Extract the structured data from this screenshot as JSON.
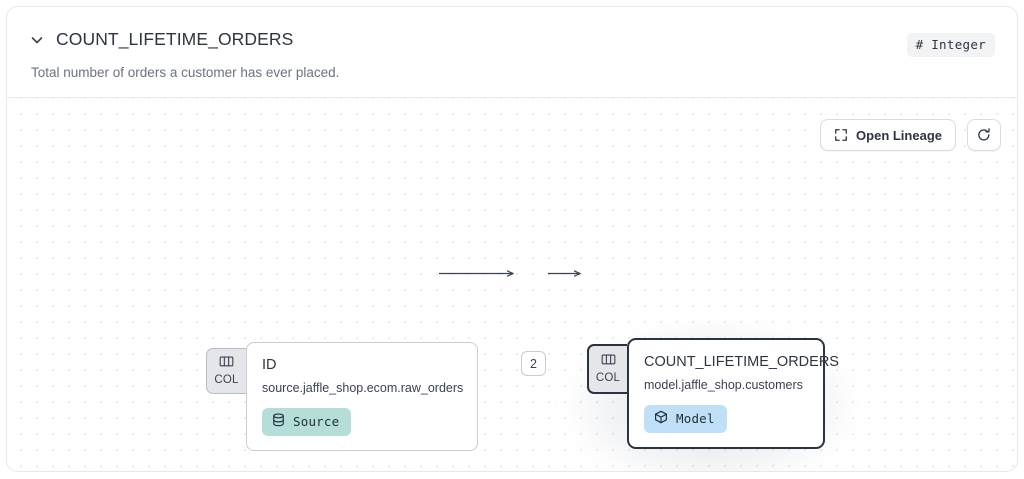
{
  "header": {
    "collapse_icon": "chevron-down-icon",
    "title": "COUNT_LIFETIME_ORDERS",
    "description": "Total number of orders a customer has ever placed.",
    "type_badge": "# Integer"
  },
  "toolbar": {
    "open_lineage_label": "Open Lineage",
    "open_lineage_icon": "expand-icon",
    "refresh_icon": "refresh-icon"
  },
  "lineage": {
    "nodes": [
      {
        "id": "source-node",
        "tab_label": "COL",
        "tab_icon": "columns-icon",
        "title": "ID",
        "subtitle": "source.jaffle_shop.ecom.raw_orders",
        "kind_label": "Source",
        "kind_icon": "database-icon",
        "kind_color": "#b5ded8",
        "selected": false
      },
      {
        "id": "model-node",
        "tab_label": "COL",
        "tab_icon": "columns-icon",
        "title": "COUNT_LIFETIME_ORDERS",
        "subtitle": "model.jaffle_shop.customers",
        "kind_label": "Model",
        "kind_icon": "cube-icon",
        "kind_color": "#bfe0f7",
        "selected": true
      }
    ],
    "edge": {
      "count_label": "2"
    }
  }
}
